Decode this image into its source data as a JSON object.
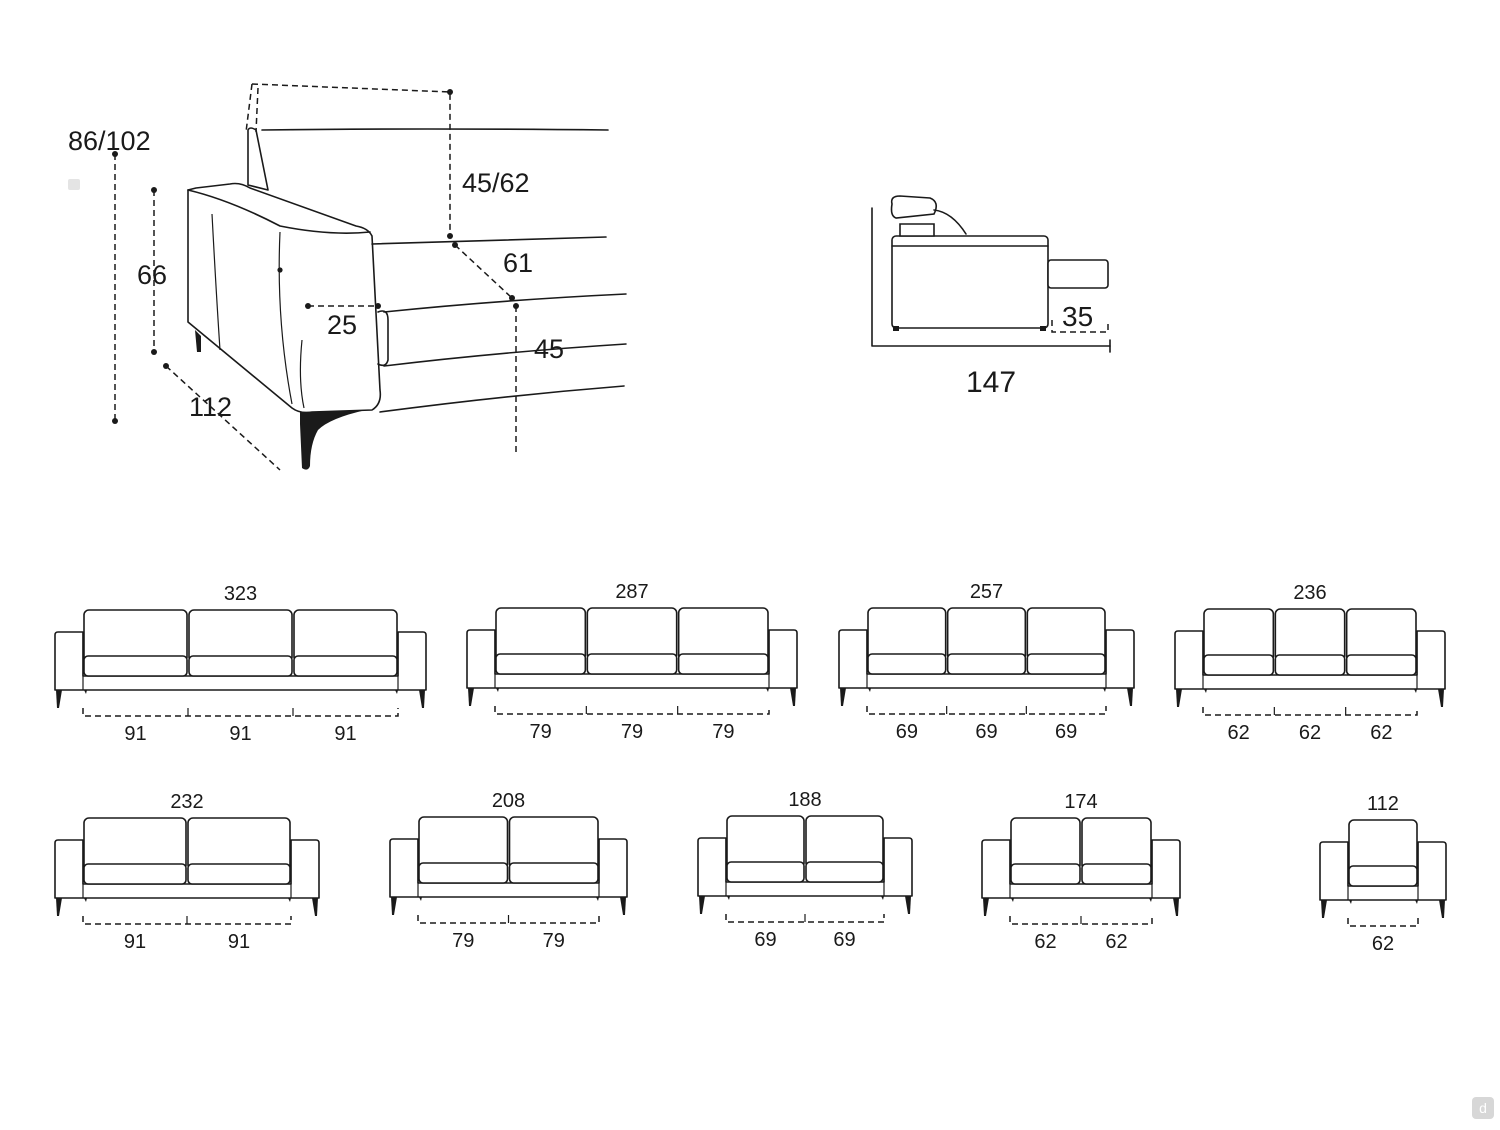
{
  "detail_view": {
    "dims": {
      "total_height": "86/102",
      "armrest_height": "66",
      "headrest_range": "45/62",
      "seat_depth": "61",
      "armrest_width": "25",
      "seat_height": "45",
      "depth": "112"
    }
  },
  "side_view": {
    "total_length": "147",
    "footrest_extension": "35"
  },
  "models": [
    {
      "width": "323",
      "seats": [
        "91",
        "91",
        "91"
      ]
    },
    {
      "width": "287",
      "seats": [
        "79",
        "79",
        "79"
      ]
    },
    {
      "width": "257",
      "seats": [
        "69",
        "69",
        "69"
      ]
    },
    {
      "width": "236",
      "seats": [
        "62",
        "62",
        "62"
      ]
    },
    {
      "width": "232",
      "seats": [
        "91",
        "91"
      ]
    },
    {
      "width": "208",
      "seats": [
        "79",
        "79"
      ]
    },
    {
      "width": "188",
      "seats": [
        "69",
        "69"
      ]
    },
    {
      "width": "174",
      "seats": [
        "62",
        "62"
      ]
    },
    {
      "width": "112",
      "seats": [
        "62"
      ]
    }
  ],
  "brand_mark": "d",
  "colors": {
    "line": "#1a1a1a",
    "background": "#ffffff",
    "badge": "#d7d7d7"
  }
}
